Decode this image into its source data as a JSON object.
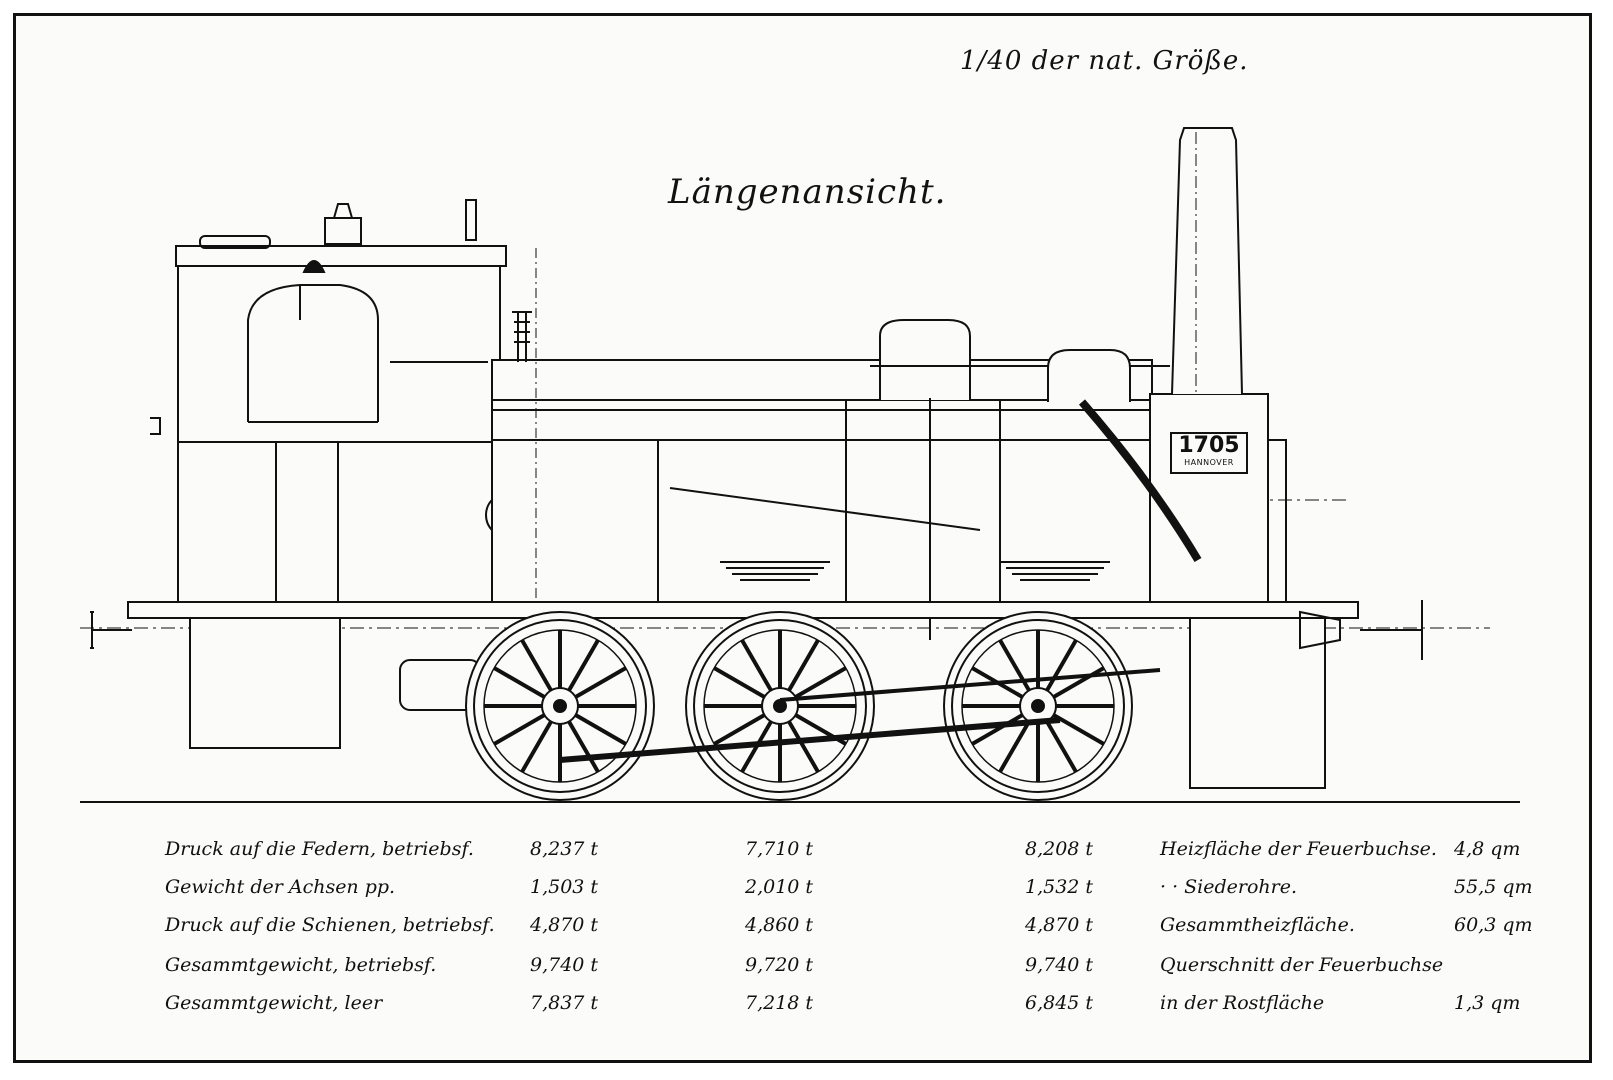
{
  "drawing": {
    "scale_note": "1/40 der nat. Größe.",
    "title": "Längenansicht.",
    "number_plate": {
      "number": "1705",
      "city": "HANNOVER"
    }
  },
  "axle_table": {
    "rows": [
      {
        "label": "Druck auf die Federn, betriebsf.",
        "values": [
          "8,237 t",
          "7,710 t",
          "8,208 t"
        ]
      },
      {
        "label": "Gewicht der Achsen pp.",
        "values": [
          "1,503 t",
          "2,010 t",
          "1,532 t"
        ]
      },
      {
        "label": "Druck auf die Schienen, betriebsf.",
        "values": [
          "4,870 t",
          "4,860 t",
          "4,870 t"
        ]
      },
      {
        "label": "Gesammtgewicht, betriebsf.",
        "values": [
          "9,740 t",
          "9,720 t",
          "9,740 t"
        ]
      },
      {
        "label": "Gesammtgewicht, leer",
        "values": [
          "7,837 t",
          "7,218 t",
          "6,845 t"
        ]
      }
    ]
  },
  "heating_table": {
    "rows": [
      {
        "label": "Heizfläche der Feuerbuchse.",
        "value": "4,8 qm"
      },
      {
        "label": "·     · Siederohre.",
        "value": "55,5 qm"
      },
      {
        "label": "Gesammtheizfläche.",
        "value": "60,3 qm"
      },
      {
        "label": "Querschnitt der Feuerbuchse",
        "value": ""
      },
      {
        "label": "in der Rostfläche",
        "value": "1,3 qm"
      }
    ]
  }
}
